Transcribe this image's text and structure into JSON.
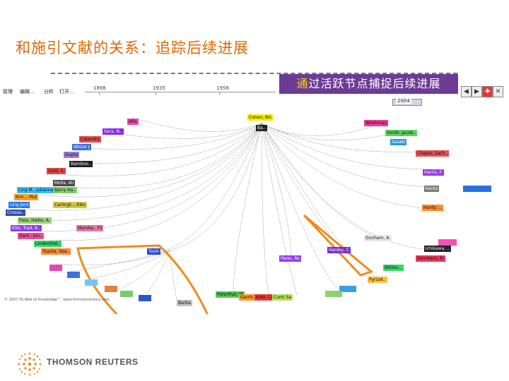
{
  "slide": {
    "title": "和施引文献的关系：追踪后续进展",
    "banner_prefix": "通",
    "banner_rest": "过活跃节点捕捉后续进展"
  },
  "toolbar": {
    "btn1": "管理",
    "btn2": "编辑…",
    "btn3": "分析",
    "btn4": "打开…",
    "year_ticks": [
      "1898",
      "1935",
      "1958"
    ],
    "year_value": "2004",
    "nav_icons": [
      "prev-icon",
      "next-icon",
      "zoom-icon",
      "grid-icon",
      "color-icon",
      "settings-icon",
      "close-icon"
    ]
  },
  "network": {
    "root": "Conen, Nic",
    "nodes": [
      "Ba..",
      "Alfa",
      "Sara, N..",
      "Calandra",
      "Wistar J",
      "Gupta",
      "Bamboo..",
      "Gold, S.",
      "Molla, Ali",
      "Ling M., Julianne",
      "Barry Ha..",
      "Kim.., Mut",
      "Ling Jerd",
      "Crosse..",
      "Carlingt.., Kiko",
      "Pass, Heike, A.",
      "Ellis, Trad, K..",
      "Dark.. Jon..",
      "Marsha.. Fli",
      "Lindenthal..",
      "Toyota, Sea..",
      "Toshi",
      "Peterthal, W",
      "Garris",
      "Kato, Cal",
      "Cumi Sa",
      "Perer, Ro",
      "Hanley, C",
      "Dunham, A.",
      "Wirshman",
      "Smith, Jacob..",
      "Sasaki",
      "Chaple, Sach..",
      "Harris, F.",
      "Kanto",
      "Hardy, ..",
      "Ichikawa, ..",
      "Sommers, R.",
      "Bittles, .",
      "Pyrzak..",
      "Barba"
    ],
    "copyright": "© 2007 ISI Web of Knowledge™, www.thomsonreuters.com"
  },
  "footer": {
    "brand": "THOMSON REUTERS"
  },
  "colors": {
    "title": "#e06800",
    "banner_bg": "#6b3b96",
    "highlight": "#f08a1c"
  }
}
